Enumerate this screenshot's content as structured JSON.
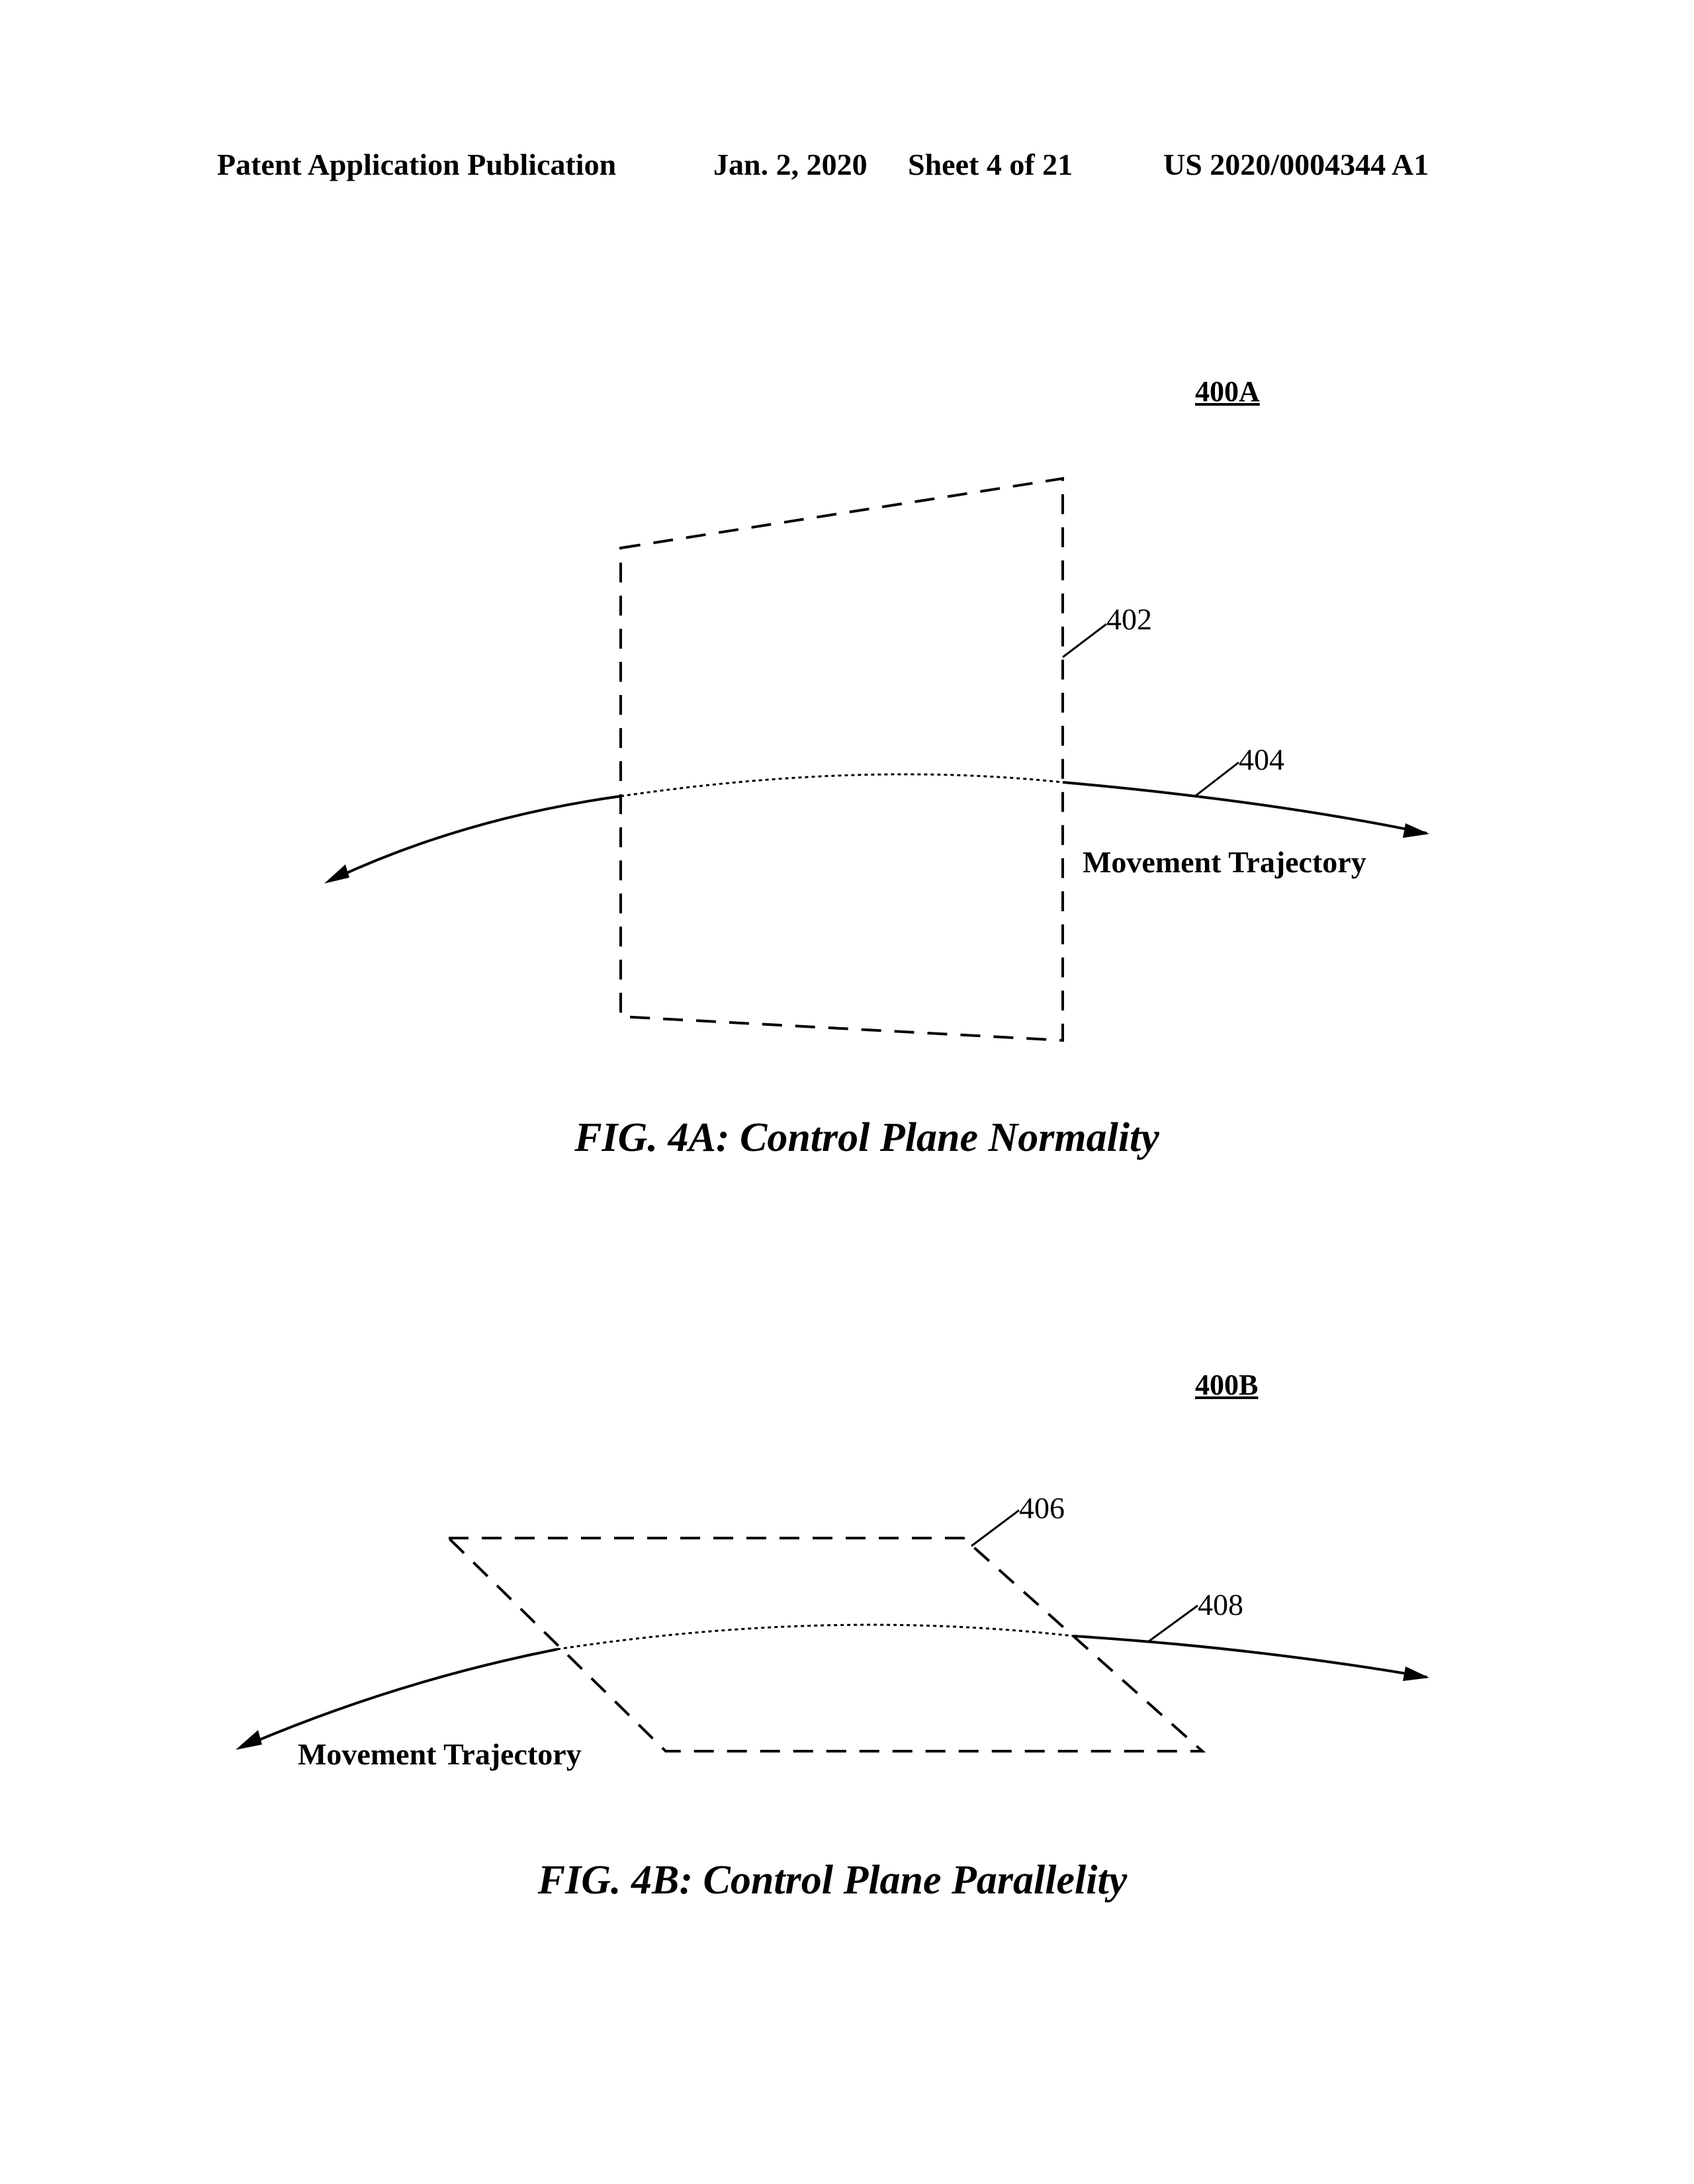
{
  "header": {
    "publication": "Patent Application Publication",
    "date": "Jan. 2, 2020",
    "sheet": "Sheet 4 of 21",
    "number": "US 2020/0004344 A1"
  },
  "figure_a": {
    "id": "400A",
    "plane_ref": "402",
    "trajectory_ref": "404",
    "trajectory_label": "Movement Trajectory",
    "caption": "FIG. 4A: Control Plane Normality"
  },
  "figure_b": {
    "id": "400B",
    "plane_ref": "406",
    "trajectory_ref": "408",
    "trajectory_label": "Movement Trajectory",
    "caption": "FIG. 4B: Control Plane Parallelity"
  }
}
